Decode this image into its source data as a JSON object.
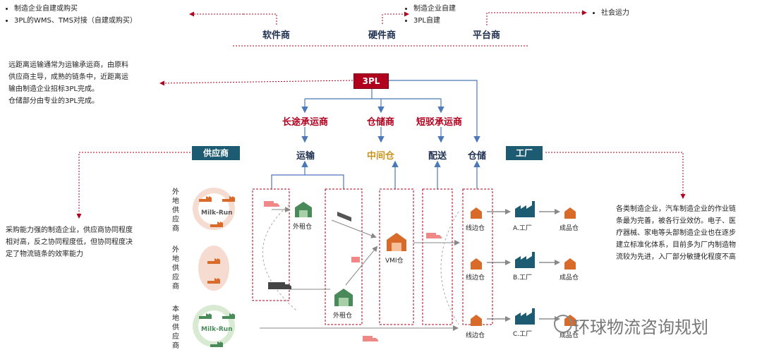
{
  "top_notes": {
    "software": [
      "制造企业自建或购买",
      "3PL的WMS、TMS对接（自建或购买）"
    ],
    "hardware": [
      "制造企业自建",
      "3PL自建"
    ],
    "platform": [
      "社会运力"
    ]
  },
  "providers": {
    "software": "软件商",
    "hardware": "硬件商",
    "platform": "平台商"
  },
  "left_note": [
    "远距离运输通常为运输承运商，由原料",
    "供应商主导，成熟的链条中，近距离运",
    "输由制造企业招标3PL完成。",
    "仓储部分由专业的3PL完成。"
  ],
  "center": {
    "tpl": "3PL",
    "long_carrier": "长途承运商",
    "warehouse_op": "仓储商",
    "short_carrier": "短驳承运商"
  },
  "functions": {
    "transport": "运输",
    "middle_warehouse": "中间仓",
    "delivery": "配送",
    "storage": "仓储"
  },
  "supplier_box": "供应商",
  "factory_box": "工厂",
  "supplier_note": [
    "采购能力强的制造企业，供应商协同程度",
    "相对高，反之协同程度低，但协同程度决",
    "定了物流链条的效率能力"
  ],
  "factory_note": [
    "各类制造企业，汽车制造企业的作业链",
    "条最为完善，被各行业效仿。电子、医",
    "疗器械、家电等头部制造企业也在逐步",
    "建立标准化体系，目前多为厂内制造物",
    "流较为先进，入厂部分敏捷化程度不高"
  ],
  "suppliers": {
    "remote1": [
      "外",
      "地",
      "供",
      "应",
      "商"
    ],
    "remote2": [
      "外",
      "地",
      "供",
      "应",
      "商"
    ],
    "local": [
      "本",
      "地",
      "供",
      "应",
      "商"
    ],
    "milkrun": "Milk-Run"
  },
  "nodes": {
    "rented1": "外租仓",
    "rented2": "外租仓",
    "vmi": "VMI仓",
    "line_side": "线边仓",
    "factory_a": "A.工厂",
    "factory_b": "B.工厂",
    "factory_c": "C.工厂",
    "finished": "成品仓"
  },
  "watermark": "环球物流咨询规划",
  "colors": {
    "red": "#b0001e",
    "teal": "#1d5b72",
    "blue_line": "#4a78b8",
    "orange": "#e07a3c",
    "green": "#4a8a5a"
  }
}
